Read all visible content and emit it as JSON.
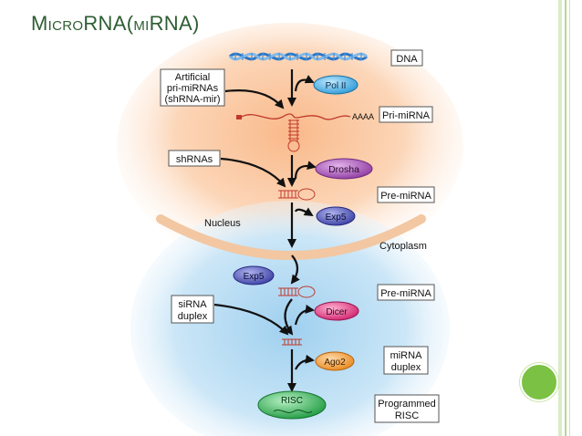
{
  "slide": {
    "title_parts": [
      "M",
      "ICRO",
      "RNA(",
      "MI",
      "RNA)"
    ]
  },
  "diagram": {
    "dna_label": "DNA",
    "artificial_label": [
      "Artificial",
      "pri-miRNAs",
      "(shRNA-mir)"
    ],
    "pol2": "Pol II",
    "aaaa": "AAAA",
    "pri_mirna": "Pri-miRNA",
    "shrnas": "shRNAs",
    "drosha": "Drosha",
    "pre_mirna_top": "Pre-miRNA",
    "exp5_top": "Exp5",
    "nucleus": "Nucleus",
    "cytoplasm": "Cytoplasm",
    "exp5_bottom": "Exp5",
    "pre_mirna_bottom": "Pre-miRNA",
    "sirna_label": [
      "siRNA",
      "duplex"
    ],
    "dicer": "Dicer",
    "ago2": "Ago2",
    "mirna_duplex": [
      "miRNA",
      "duplex"
    ],
    "risc": "RISC",
    "programmed_risc": [
      "Programmed",
      "RISC"
    ]
  },
  "colors": {
    "title": "#2e5d33",
    "pol2": "#39a9e0",
    "drosha": "#a14db0",
    "exp5": "#4a4fb3",
    "dicer": "#e0307c",
    "ago2": "#f39a2c",
    "risc": "#2fae4e",
    "nucleus_bg": "#fbd7b4",
    "cytoplasm_bg": "#bfe0f4",
    "bullet": "#7bc143"
  }
}
